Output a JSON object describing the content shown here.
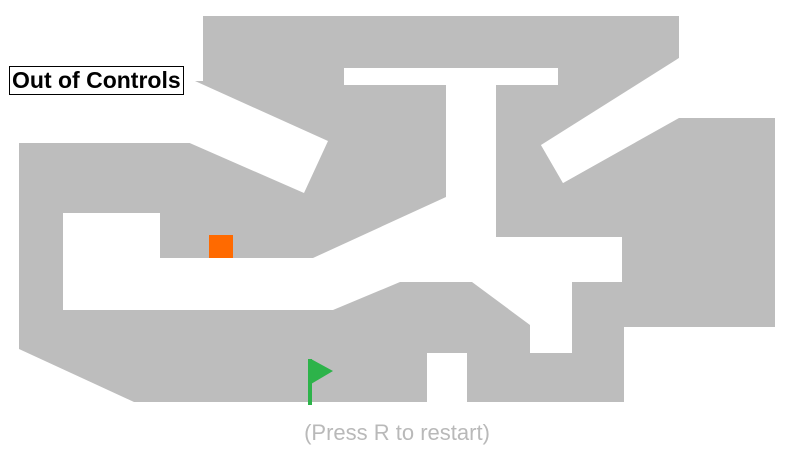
{
  "title": "Out of Controls",
  "hint": "(Press R to restart)",
  "colors": {
    "wall": "#bdbdbd",
    "floor": "#ffffff",
    "player": "#ff6a00",
    "goal_flag": "#2db34a"
  },
  "icons": {
    "player": "orange-square",
    "goal": "green-flag"
  }
}
